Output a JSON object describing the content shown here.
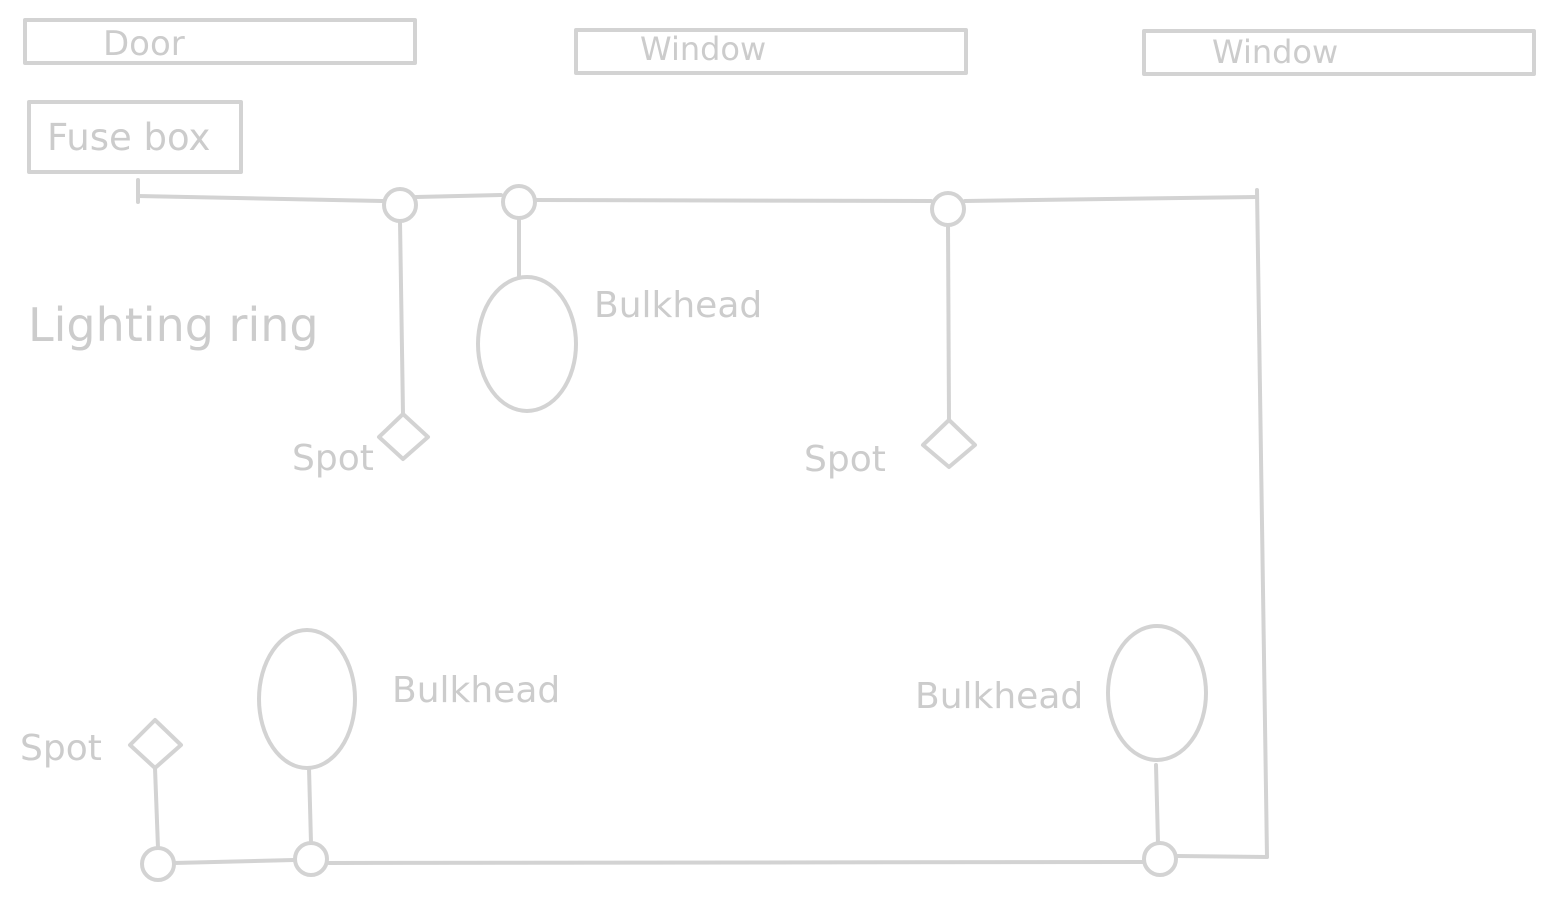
{
  "colors": {
    "stroke": "#d3d3d3",
    "text": "#cccccc",
    "background": "#ffffff"
  },
  "top_boxes": {
    "door": "Door",
    "window_1": "Window",
    "window_2": "Window"
  },
  "fuse_box": {
    "label": "Fuse box"
  },
  "title": "Lighting ring",
  "lights": {
    "spot_1": "Spot",
    "spot_2": "Spot",
    "spot_3": "Spot",
    "bulkhead_1": "Bulkhead",
    "bulkhead_2": "Bulkhead",
    "bulkhead_3": "Bulkhead"
  }
}
